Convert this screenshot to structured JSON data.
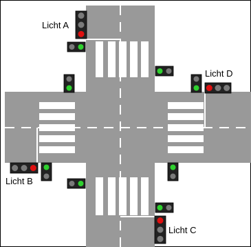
{
  "labels": {
    "a": "Licht A",
    "b": "Licht B",
    "c": "Licht C",
    "d": "Licht D"
  },
  "colors": {
    "road": "#999999",
    "crosswalk": "#ffffff",
    "lane_line": "#ffffff",
    "border": "#000000",
    "housing": "#222222",
    "lamp_off": "#7a7a7a",
    "lamp_red": "#e01010",
    "lamp_green": "#2fd12f"
  },
  "traffic_lights": [
    {
      "id": "A",
      "orientation": "vertical",
      "lamps": [
        "off",
        "off",
        "red"
      ]
    },
    {
      "id": "D",
      "orientation": "horizontal",
      "lamps": [
        "red",
        "off",
        "off"
      ]
    },
    {
      "id": "B",
      "orientation": "horizontal",
      "lamps": [
        "off",
        "off",
        "red"
      ]
    },
    {
      "id": "C",
      "orientation": "vertical",
      "lamps": [
        "red",
        "off",
        "off"
      ]
    },
    {
      "id": "ped-nw",
      "orientation": "horizontal",
      "lamps": [
        "off",
        "green"
      ]
    },
    {
      "id": "ped-nw2",
      "orientation": "vertical",
      "lamps": [
        "off",
        "green"
      ]
    },
    {
      "id": "ped-ne",
      "orientation": "horizontal",
      "lamps": [
        "green",
        "off"
      ]
    },
    {
      "id": "ped-ne2",
      "orientation": "vertical",
      "lamps": [
        "off",
        "green"
      ]
    },
    {
      "id": "ped-sw",
      "orientation": "vertical",
      "lamps": [
        "green",
        "off"
      ]
    },
    {
      "id": "ped-sw2",
      "orientation": "horizontal",
      "lamps": [
        "off",
        "green"
      ]
    },
    {
      "id": "ped-se",
      "orientation": "vertical",
      "lamps": [
        "green",
        "off"
      ]
    },
    {
      "id": "ped-se2",
      "orientation": "horizontal",
      "lamps": [
        "green",
        "off"
      ]
    }
  ]
}
